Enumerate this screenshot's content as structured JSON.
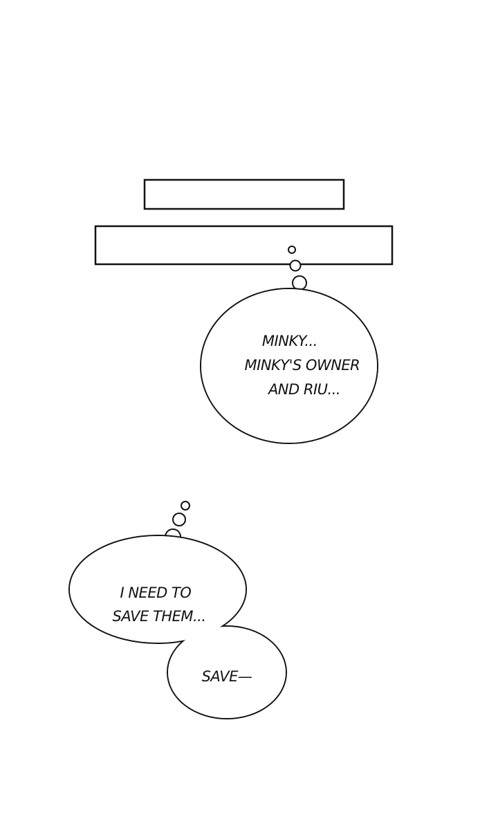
{
  "bubble_1": {
    "lines": [
      "MINKY...",
      "MINKY'S OWNER",
      "AND RIU..."
    ]
  },
  "bubble_2": {
    "lines": [
      "I NEED TO",
      "SAVE THEM..."
    ]
  },
  "bubble_3": {
    "lines": [
      "SAVE—"
    ]
  },
  "colors": {
    "ink": "#111111",
    "paper": "#ffffff"
  }
}
